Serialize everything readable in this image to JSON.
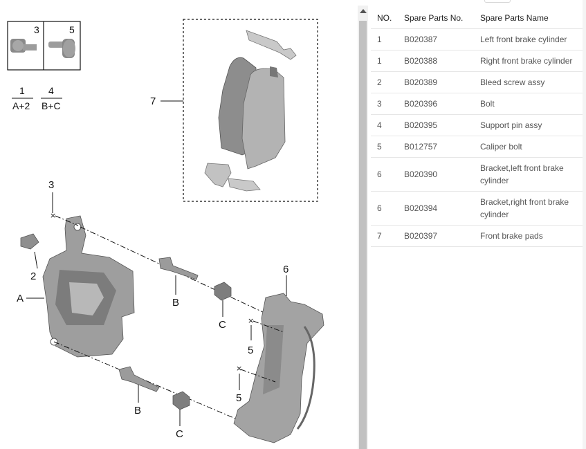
{
  "diagram": {
    "legend_top": [
      "3",
      "5"
    ],
    "legend_fractions": [
      {
        "num": "1",
        "den": "A+2"
      },
      {
        "num": "4",
        "den": "B+C"
      }
    ],
    "callouts": {
      "c7": "7",
      "c3": "3",
      "c2": "2",
      "cA": "A",
      "cB1": "B",
      "cB2": "B",
      "cC1": "C",
      "cC2": "C",
      "c6": "6",
      "c5a": "5",
      "c5b": "5"
    }
  },
  "table": {
    "headers": [
      "NO.",
      "Spare Parts No.",
      "Spare Parts Name"
    ],
    "rows": [
      {
        "no": "1",
        "part_no": "B020387",
        "name": "Left front brake cylinder"
      },
      {
        "no": "1",
        "part_no": "B020388",
        "name": "Right front brake cylinder"
      },
      {
        "no": "2",
        "part_no": "B020389",
        "name": "Bleed screw assy"
      },
      {
        "no": "3",
        "part_no": "B020396",
        "name": "Bolt"
      },
      {
        "no": "4",
        "part_no": "B020395",
        "name": "Support pin assy"
      },
      {
        "no": "5",
        "part_no": "B012757",
        "name": "Caliper bolt"
      },
      {
        "no": "6",
        "part_no": "B020390",
        "name": "Bracket,left front brake cylinder"
      },
      {
        "no": "6",
        "part_no": "B020394",
        "name": "Bracket,right front brake cylinder"
      },
      {
        "no": "7",
        "part_no": "B020397",
        "name": "Front brake pads"
      }
    ]
  }
}
